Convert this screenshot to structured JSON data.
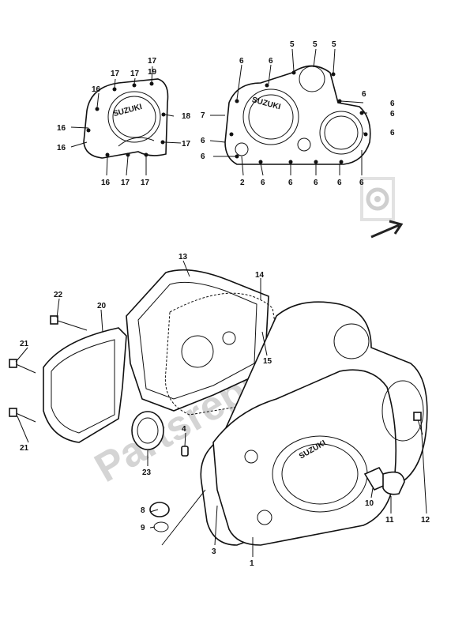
{
  "watermark": {
    "text": "Partsrepublik",
    "icon": "gear-icon"
  },
  "brand_marks": {
    "cover_logo": "SUZUKI"
  },
  "labels": {
    "l1": "1",
    "l2": "2",
    "l3": "3",
    "l4": "4",
    "l5a": "5",
    "l5b": "5",
    "l5c": "5",
    "l6a": "6",
    "l6b": "6",
    "l6c": "6",
    "l6d": "6",
    "l6e": "6",
    "l6f": "6",
    "l6g": "6",
    "l6h": "6",
    "l6i": "6",
    "l6j": "6",
    "l6k": "6",
    "l6l": "6",
    "l6m": "6",
    "l7": "7",
    "l8": "8",
    "l9": "9",
    "l10": "10",
    "l11": "11",
    "l12": "12",
    "l13": "13",
    "l14": "14",
    "l15": "15",
    "l16a": "16",
    "l16b": "16",
    "l16c": "16",
    "l16d": "16",
    "l17a": "17",
    "l17b": "17",
    "l17c": "17",
    "l17d": "17",
    "l17e": "17",
    "l17f": "17",
    "l18": "18",
    "l19": "19",
    "l20": "20",
    "l21a": "21",
    "l21b": "21",
    "l22": "22",
    "l23": "23"
  }
}
